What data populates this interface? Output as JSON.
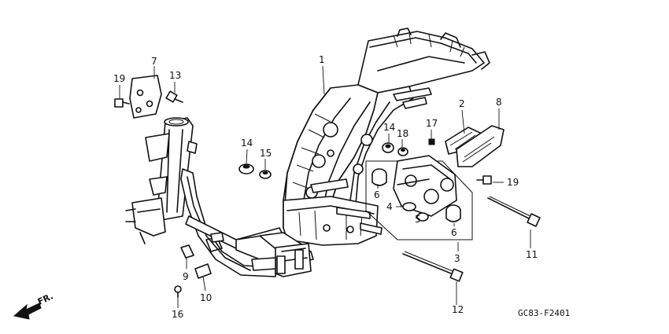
{
  "diagram": {
    "parts": [
      {
        "ref": "part_1",
        "label": "1"
      },
      {
        "ref": "part_2",
        "label": "2"
      },
      {
        "ref": "part_3",
        "label": "3"
      },
      {
        "ref": "part_4",
        "label": "4"
      },
      {
        "ref": "part_5",
        "label": "5"
      },
      {
        "ref": "part_6a",
        "label": "6"
      },
      {
        "ref": "part_6b",
        "label": "6"
      },
      {
        "ref": "part_7",
        "label": "7"
      },
      {
        "ref": "part_8",
        "label": "8"
      },
      {
        "ref": "part_9",
        "label": "9"
      },
      {
        "ref": "part_10",
        "label": "10"
      },
      {
        "ref": "part_11",
        "label": "11"
      },
      {
        "ref": "part_12",
        "label": "12"
      },
      {
        "ref": "part_13",
        "label": "13"
      },
      {
        "ref": "part_14a",
        "label": "14"
      },
      {
        "ref": "part_14b",
        "label": "14"
      },
      {
        "ref": "part_15",
        "label": "15"
      },
      {
        "ref": "part_16",
        "label": "16"
      },
      {
        "ref": "part_17",
        "label": "17"
      },
      {
        "ref": "part_18",
        "label": "18"
      },
      {
        "ref": "part_19a",
        "label": "19"
      },
      {
        "ref": "part_19b",
        "label": "19"
      }
    ],
    "direction_label": "FR.",
    "drawing_code": "GC83-F2401"
  }
}
